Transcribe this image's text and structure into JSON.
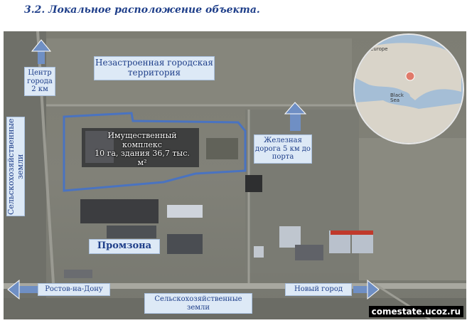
{
  "heading": "3.2. Локальное расположение объекта.",
  "labels": {
    "undeveloped": "Незастроенная городская территория",
    "city_center": "Центр города 2 км",
    "agri_left": "Сельскохозяйственные земли",
    "property_line1": "Имущественный комплекс",
    "property_line2": "10 га, здания 36,7 тыс. м²",
    "railway": "Железная дорога 5 км до порта",
    "industrial_zone": "Промзона",
    "rostov": "Ростов-на-Дону",
    "new_city": "Новый город",
    "agri_bottom": "Сельскохозяйственные земли"
  },
  "globe": {
    "europe": "Europe",
    "black_sea": "Black Sea",
    "marker_color": "#e07a6a"
  },
  "watermark": "comestate.ucoz.ru",
  "colors": {
    "label_bg": "#dde9f6",
    "label_text": "#1f3f8a",
    "arrow": "#6f8fc4",
    "boundary": "#4a73c0"
  }
}
